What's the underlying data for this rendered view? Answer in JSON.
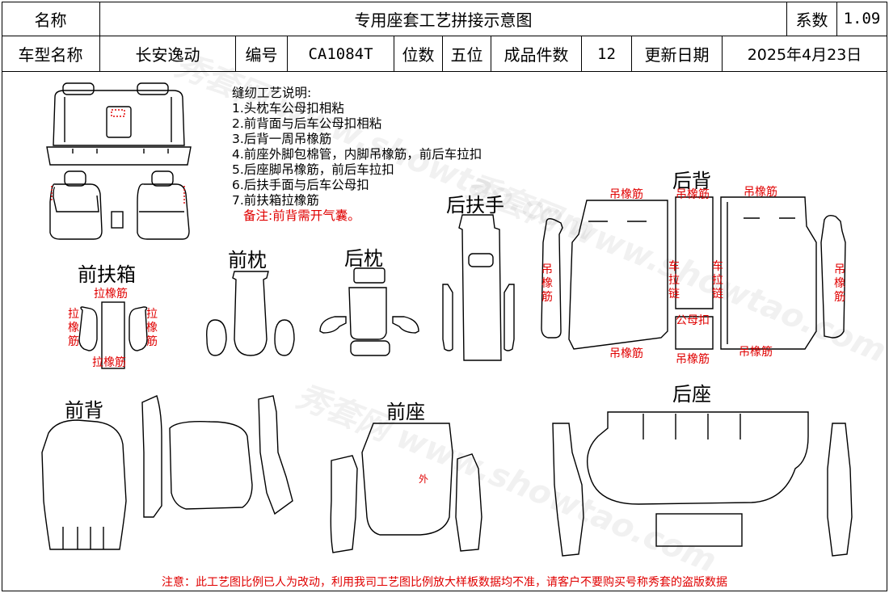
{
  "header": {
    "name_label": "名称",
    "title": "专用座套工艺拼接示意图",
    "coef_label": "系数",
    "coef_value": "1.09",
    "model_label": "车型名称",
    "model_value": "长安逸动",
    "code_label": "编号",
    "code_value": "CA1084T",
    "seats_label": "位数",
    "seats_value": "五位",
    "pieces_label": "成品件数",
    "pieces_value": "12",
    "date_label": "更新日期",
    "date_value": "2025年4月23日"
  },
  "notes": {
    "title": "缝纫工艺说明:",
    "items": [
      "1.头枕车公母扣相粘",
      "2.前背面与后车公母扣相粘",
      "3.后背一周吊橡筋",
      "4.前座外脚包棉管，内脚吊橡筋，前后车拉扣",
      "5.后座脚吊橡筋，前后车拉扣",
      "6.后扶手面与后车公母扣",
      "7.前扶箱拉橡筋"
    ],
    "remark": "备注:前背需开气囊。"
  },
  "sections": {
    "front_armbox": "前扶箱",
    "front_headrest": "前枕",
    "rear_headrest": "后枕",
    "rear_armrest": "后扶手",
    "rear_back": "后背",
    "front_back": "前背",
    "front_seat": "前座",
    "rear_seat": "后座"
  },
  "labels": {
    "pull_elastic": "拉橡筋",
    "hang_elastic": "吊橡筋",
    "zipper": "车拉链",
    "snap": "公母扣",
    "outer": "外"
  },
  "watermark": "秀套网 www.showtao.com",
  "footer": "注意：此工艺图比例已人为改动，利用我司工艺图比例放大样板数据均不准，请客户不要购买号称秀套的盗版数据",
  "colors": {
    "accent_red": "#e00000",
    "line": "#000000"
  }
}
